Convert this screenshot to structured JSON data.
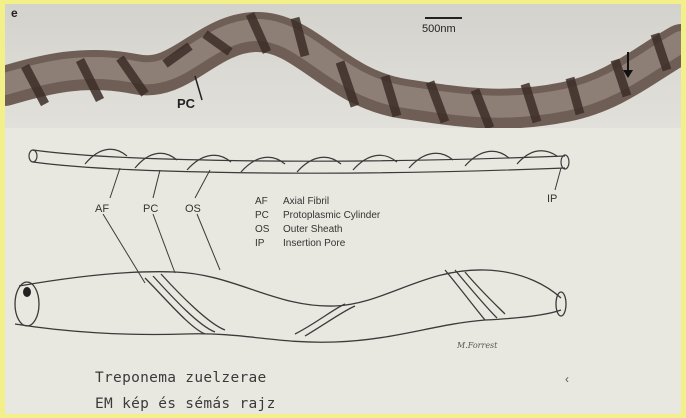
{
  "photo": {
    "panel_letter": "e",
    "scale_bar_label": "500nm",
    "pc_label": "PC"
  },
  "labels": {
    "af": "AF",
    "pc": "PC",
    "os": "OS",
    "ip": "IP"
  },
  "legend": [
    {
      "abbr": "AF",
      "text": "Axial Fibril"
    },
    {
      "abbr": "PC",
      "text": "Protoplasmic Cylinder"
    },
    {
      "abbr": "OS",
      "text": "Outer Sheath"
    },
    {
      "abbr": "IP",
      "text": "Insertion Pore"
    }
  ],
  "caption": {
    "line1": "Treponema zuelzerae",
    "line2": "EM kép és sémás rajz",
    "corner_mark": "‹"
  },
  "colors": {
    "frame": "#f3f08a",
    "slide": "#e9e8e0",
    "photo_bg": "#dcdad4",
    "spiral_dark": "#4a3a32",
    "spiral_mid": "#7c6c62",
    "ink": "#3a3a3a"
  }
}
